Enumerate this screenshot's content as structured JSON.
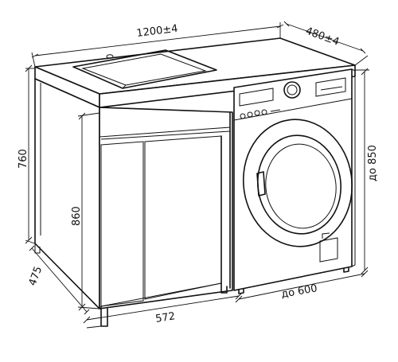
{
  "dimensions": {
    "top_width": "1200±4",
    "top_depth": "480±4",
    "vanity_height": "760",
    "inner_height": "860",
    "base_depth": "475",
    "cabinet_width": "572",
    "washer_width": "до 600",
    "washer_height": "до 850"
  },
  "icons": {
    "washer_door": "washing-machine-drum-icon",
    "control_panel": "washer-control-knob-icon"
  }
}
